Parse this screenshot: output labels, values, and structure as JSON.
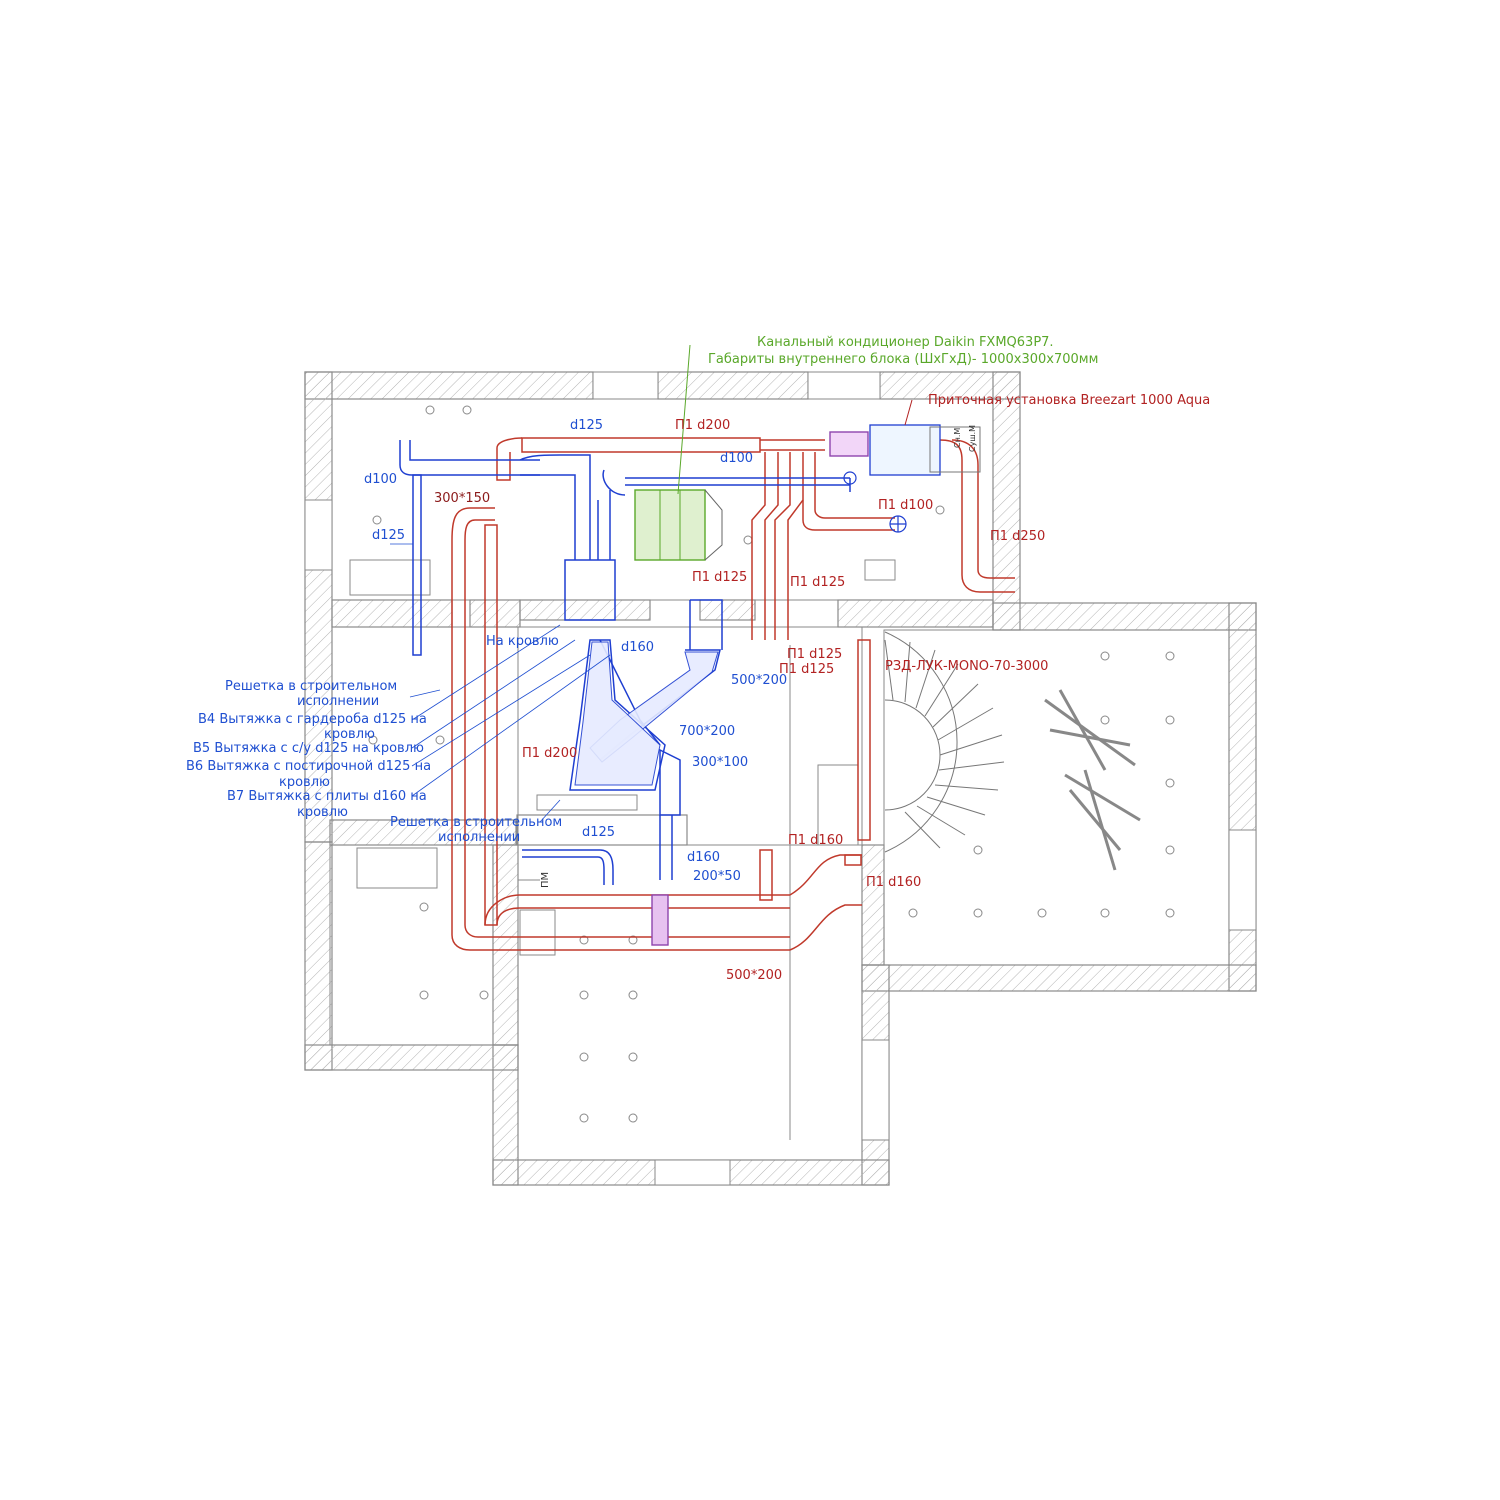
{
  "colors": {
    "wall": "#8a8a8a",
    "hatch": "#b0b0b0",
    "supply": "#c0392b",
    "exhaust": "#1f3fd1",
    "ac": "#5aa82a",
    "label_red": "#b22222",
    "label_blue": "#1f4fd1",
    "label_green": "#5aa82a"
  },
  "equipment": {
    "ac_unit_line1": "Канальный кондиционер Daikin FXMQ63P7.",
    "ac_unit_line2": "Габариты внутреннего блока (ШхГхД)- 1000х300х700мм",
    "supply_unit": "Приточная установка Breezart 1000 Aqua",
    "damper": "РЗД-ЛУК-MONO-70-3000"
  },
  "supply_labels": {
    "p1_d200_top": "П1 d200",
    "p1_d100": "П1 d100",
    "p1_d250": "П1 d250",
    "p1_d125_a": "П1 d125",
    "p1_d125_b": "П1 d125",
    "p1_d125_c": "П1 d125",
    "p1_d125_d": "П1 d125",
    "p1_d200_left": "П1 d200",
    "p1_d160_a": "П1 d160",
    "p1_d160_b": "П1 d160",
    "duct_300x150": "300*150",
    "duct_500x200_bottom": "500*200"
  },
  "exhaust_labels": {
    "d125_top": "d125",
    "d100_top": "d100",
    "d100_left": "d100",
    "d125_left": "d125",
    "to_roof": "На кровлю",
    "d160_mid": "d160",
    "duct_500x200": "500*200",
    "duct_700x200": "700*200",
    "duct_300x100": "300*100",
    "d125_lower": "d125",
    "d160_lower": "d160",
    "duct_200x50": "200*50",
    "grille_1_line1": "Решетка в строительном",
    "grille_1_line2": "исполнении",
    "b4_line1": "В4 Вытяжка с гардероба d125 на",
    "b4_line2": "кровлю",
    "b5_line1": "В5 Вытяжка с с/у d125 на кровлю",
    "b6_line1": "В6 Вытяжка с постирочной d125 на",
    "b6_line2": "кровлю",
    "b7_line1": "В7 Вытяжка с плиты d160 на",
    "b7_line2": "кровлю",
    "grille_2_line1": "Решетка в строительном",
    "grille_2_line2": "исполнении"
  },
  "room_marks": {
    "sn_m": "Сн.М",
    "sush_m": "Суш.М",
    "pm": "ПМ"
  }
}
